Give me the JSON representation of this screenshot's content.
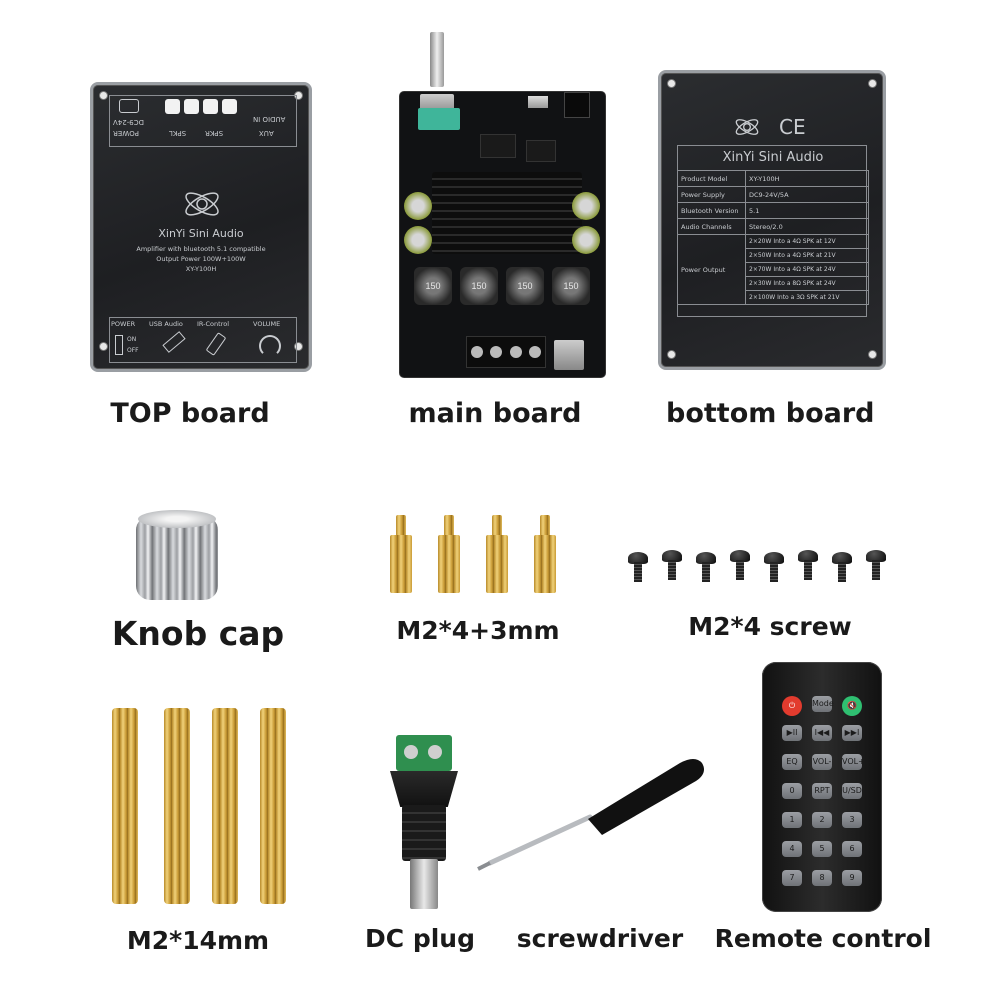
{
  "captions": {
    "top_board": "TOP board",
    "main_board": "main board",
    "bottom_board": "bottom board",
    "knob_cap": "Knob cap",
    "standoff_short": "M2*4+3mm",
    "screw": "M2*4 screw",
    "standoff_long": "M2*14mm",
    "dc_plug": "DC plug",
    "screwdriver": "screwdriver",
    "remote": "Remote control"
  },
  "top_board": {
    "brand": "XinYi Sini Audio",
    "subtitle": "Amplifier with bluetooth 5.1 compatible",
    "power_line": "Output Power 100W+100W",
    "model": "XY-Y100H",
    "labels": {
      "power": "POWER",
      "dc": "DC9-24V",
      "spkl": "SPKL",
      "spkr": "SPKR",
      "aux": "AUX",
      "audio_in": "AUDIO IN"
    },
    "bottom_labels": {
      "power": "POWER",
      "usb": "USB Audio",
      "ir": "IR-Control",
      "volume": "VOLUME",
      "on": "ON",
      "off": "OFF"
    }
  },
  "main_board": {
    "inductor_label": "150"
  },
  "bottom_board": {
    "ce": "CE",
    "brand": "XinYi Sini Audio",
    "rows": [
      {
        "k": "Product Model",
        "v": "XY-Y100H"
      },
      {
        "k": "Power Supply",
        "v": "DC9-24V/5A"
      },
      {
        "k": "Bluetooth Version",
        "v": "5.1"
      },
      {
        "k": "Audio Channels",
        "v": "Stereo/2.0"
      }
    ],
    "output_label": "Power Output",
    "output_rows": [
      "2×20W Into a 4Ω SPK at 12V",
      "2×50W Into a 4Ω SPK at 21V",
      "2×70W Into a 4Ω SPK at 24V",
      "2×30W Into a 8Ω SPK at 24V",
      "2×100W Into a 3Ω SPK at 21V"
    ]
  },
  "remote": {
    "rows": [
      [
        "power",
        "Mode",
        "mute"
      ],
      [
        "▶II",
        "I◀◀",
        "▶▶I"
      ],
      [
        "EQ",
        "VOL-",
        "VOL+"
      ],
      [
        "0",
        "RPT",
        "U/SD"
      ],
      [
        "1",
        "2",
        "3"
      ],
      [
        "4",
        "5",
        "6"
      ],
      [
        "7",
        "8",
        "9"
      ]
    ]
  },
  "colors": {
    "plate": "#1e1f22",
    "brass": "#d4a845",
    "power_red": "#e23b2e",
    "mute_green": "#2fbf71",
    "heatsink": "#111111",
    "terminal_green": "#2e8b57"
  }
}
